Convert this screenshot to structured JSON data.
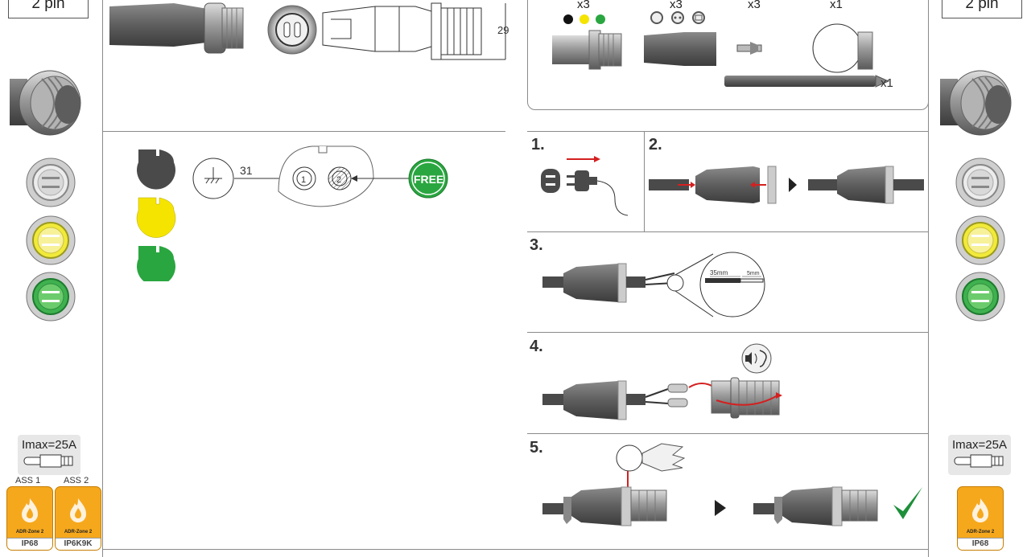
{
  "pin_label": "2 pin",
  "dimension_length": "29",
  "kit": {
    "grommet_count": "x3",
    "seal_count": "x3",
    "contact_count": "x3",
    "clamp_count": "x1",
    "tie_count": "x1"
  },
  "wiring": {
    "pin_number": "31",
    "pin_1": "1",
    "pin_2": "2",
    "free_label": "FREE"
  },
  "steps": {
    "s1": "1.",
    "s2": "2.",
    "s3": "3.",
    "s4": "4.",
    "s5": "5."
  },
  "strip": {
    "long": "35mm",
    "short": "5mm"
  },
  "left_info": {
    "imax": "Imax=25A",
    "ass1": "ASS 1",
    "ass2": "ASS 2",
    "badge1_ip": "IP68",
    "badge2_ip": "IP6K9K",
    "badge_text": "ADR-Zone 2"
  },
  "right_info": {
    "imax": "Imax=25A",
    "badge_ip": "IP68",
    "badge_text": "ADR-Zone 2"
  },
  "colors": {
    "gray_disc": "#4a4a4a",
    "yellow_disc": "#f4e400",
    "green_disc": "#2aa640",
    "free_badge": "#2aa640",
    "accent_red": "#d42020",
    "check_green": "#1e8f3a",
    "badge_orange": "#f6a81d"
  }
}
